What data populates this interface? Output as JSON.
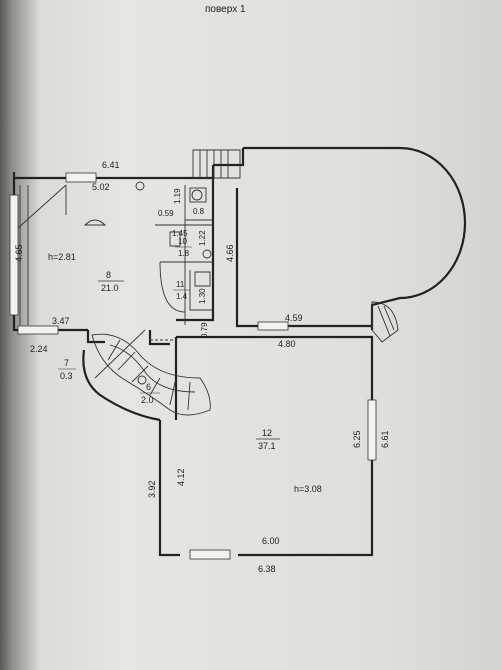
{
  "title": "поверх  1",
  "exterior_dims": {
    "top_left": "6.41",
    "left_vertical": "4.65",
    "bottom_left_a": "3.47",
    "bottom_left_b": "2.24",
    "upper_mid": "4.59",
    "lower_mid": "4.80",
    "right_outer": "6.61",
    "bottom_outer": "6.38",
    "left_lower": "3.92"
  },
  "interior_dims": {
    "corridor": "5.02",
    "wc_height": "1.19",
    "wc_width": "0.59",
    "wc_right": "0.8",
    "bath_width": "1.45",
    "bath_height": "1.22",
    "closet_height": "1.30",
    "wall_gap": "0.79",
    "mid_wall": "4.66",
    "room12_left": "4.12",
    "room12_right": "6.25",
    "room12_bottom": "6.00"
  },
  "rooms": [
    {
      "number": "8",
      "area": "21.0"
    },
    {
      "number": "10",
      "area": "1.8"
    },
    {
      "number": "11",
      "area": "1.4"
    },
    {
      "number": "7",
      "area": "0.3"
    },
    {
      "number": "6",
      "area": "2.0"
    },
    {
      "number": "12",
      "area": "37.1"
    }
  ],
  "heights": {
    "room8": "h=2.81",
    "room12": "h=3.08"
  }
}
